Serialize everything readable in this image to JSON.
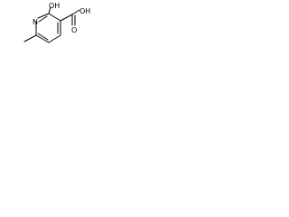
{
  "molecule": {
    "atoms": {
      "hydroxyl": "OH",
      "ring_nitrogen": "N",
      "carboxyl_oh": "OH",
      "carbonyl_o": "O"
    },
    "colors": {
      "bond": "#000000",
      "label": "#000000",
      "background": "#ffffff"
    }
  }
}
